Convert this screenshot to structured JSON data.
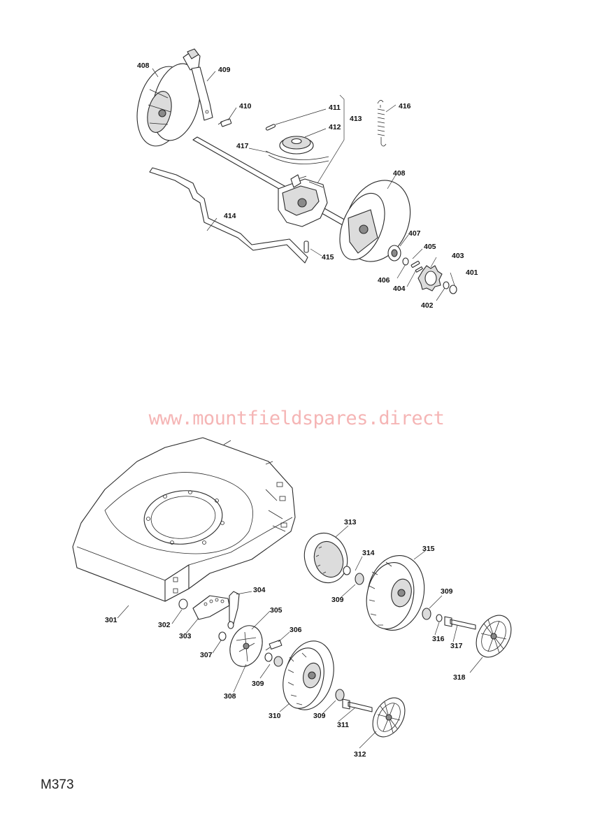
{
  "watermark": "www.mountfieldspares.direct",
  "page_code": "M373",
  "labels": {
    "p401": "401",
    "p402": "402",
    "p403": "403",
    "p404": "404",
    "p405": "405",
    "p406": "406",
    "p407": "407",
    "p408a": "408",
    "p408b": "408",
    "p409": "409",
    "p410": "410",
    "p411": "411",
    "p412": "412",
    "p413": "413",
    "p414": "414",
    "p415": "415",
    "p416": "416",
    "p417": "417",
    "p301": "301",
    "p302": "302",
    "p303": "303",
    "p304": "304",
    "p305": "305",
    "p306": "306",
    "p307": "307",
    "p308": "308",
    "p309a": "309",
    "p309b": "309",
    "p309c": "309",
    "p309d": "309",
    "p310": "310",
    "p311": "311",
    "p312": "312",
    "p313": "313",
    "p314": "314",
    "p315": "315",
    "p316": "316",
    "p317": "317",
    "p318": "318"
  }
}
